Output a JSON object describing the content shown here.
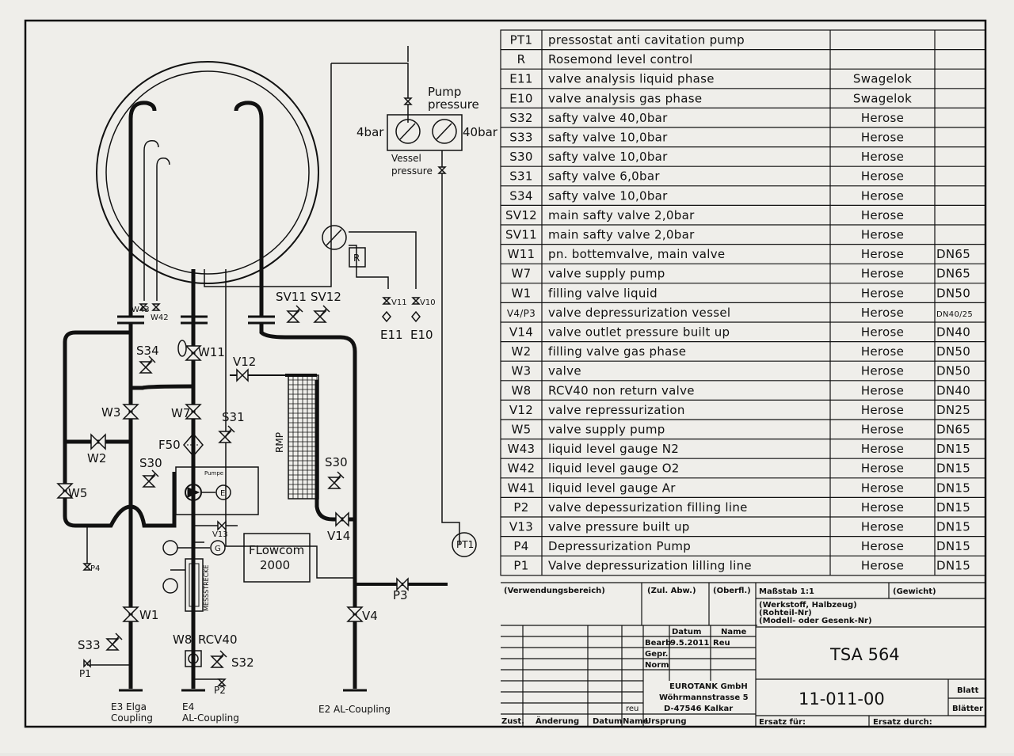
{
  "schematic": {
    "labels": {
      "pump_pressure_1": "Pump",
      "pump_pressure_2": "pressure",
      "gauge_4bar": "4bar",
      "gauge_40bar": "40bar",
      "vessel_pressure_1": "Vessel",
      "vessel_pressure_2": "pressure",
      "sv11": "SV11",
      "sv12": "SV12",
      "v11": "V11",
      "v10": "V10",
      "e11": "E11",
      "e10": "E10",
      "r": "R",
      "w43": "W43",
      "w42": "W42",
      "w11": "W11",
      "s34": "S34",
      "v12": "V12",
      "w3": "W3",
      "w7": "W7",
      "s31": "S31",
      "w2": "W2",
      "f50": "F50",
      "s30a": "S30",
      "s30b": "S30",
      "rmp": "RMP",
      "pumpe": "Pumpe",
      "e_motor": "E",
      "w5": "W5",
      "v13": "V13",
      "v14": "V14",
      "p4": "P4",
      "flowcom_1": "FLowcom",
      "flowcom_2": "2000",
      "pt1": "PT1",
      "g": "G",
      "messstrecke": "MESSSTRECKE",
      "p3": "P3",
      "w1": "W1",
      "v4": "V4",
      "s33": "S33",
      "w8": "W8",
      "rcv40": "RCV40",
      "s32": "S32",
      "p1": "P1",
      "p2": "P2",
      "e3_1": "E3 Elga",
      "e3_2": "Coupling",
      "e4_1": "E4",
      "e4_2": "AL-Coupling",
      "e2": "E2 AL-Coupling"
    }
  },
  "parts_list": [
    {
      "tag": "PT1",
      "desc": "pressostat anti cavitation pump",
      "maker": "",
      "size": ""
    },
    {
      "tag": "R",
      "desc": "Rosemond level control",
      "maker": "",
      "size": ""
    },
    {
      "tag": "E11",
      "desc": "valve analysis liquid phase",
      "maker": "Swagelok",
      "size": ""
    },
    {
      "tag": "E10",
      "desc": "valve analysis gas phase",
      "maker": "Swagelok",
      "size": ""
    },
    {
      "tag": "S32",
      "desc": "safty valve 40,0bar",
      "maker": "Herose",
      "size": ""
    },
    {
      "tag": "S33",
      "desc": "safty valve 10,0bar",
      "maker": "Herose",
      "size": ""
    },
    {
      "tag": "S30",
      "desc": "safty valve 10,0bar",
      "maker": "Herose",
      "size": ""
    },
    {
      "tag": "S31",
      "desc": "safty valve 6,0bar",
      "maker": "Herose",
      "size": ""
    },
    {
      "tag": "S34",
      "desc": "safty valve 10,0bar",
      "maker": "Herose",
      "size": ""
    },
    {
      "tag": "SV12",
      "desc": "main safty valve 2,0bar",
      "maker": "Herose",
      "size": ""
    },
    {
      "tag": "SV11",
      "desc": "main safty valve 2,0bar",
      "maker": "Herose",
      "size": ""
    },
    {
      "tag": "W11",
      "desc": "pn. bottemvalve, main valve",
      "maker": "Herose",
      "size": "DN65"
    },
    {
      "tag": "W7",
      "desc": "valve supply pump",
      "maker": "Herose",
      "size": "DN65"
    },
    {
      "tag": "W1",
      "desc": "filling valve liquid",
      "maker": "Herose",
      "size": "DN50"
    },
    {
      "tag": "V4/P3",
      "desc": "valve depressurization vessel",
      "maker": "Herose",
      "size": "DN40/25"
    },
    {
      "tag": "V14",
      "desc": "valve outlet pressure built up",
      "maker": "Herose",
      "size": "DN40"
    },
    {
      "tag": "W2",
      "desc": "filling valve gas phase",
      "maker": "Herose",
      "size": "DN50"
    },
    {
      "tag": "W3",
      "desc": "valve",
      "maker": "Herose",
      "size": "DN50"
    },
    {
      "tag": "W8",
      "desc": "RCV40 non return valve",
      "maker": "Herose",
      "size": "DN40"
    },
    {
      "tag": "V12",
      "desc": "valve repressurization",
      "maker": "Herose",
      "size": "DN25"
    },
    {
      "tag": "W5",
      "desc": "valve supply pump",
      "maker": "Herose",
      "size": "DN65"
    },
    {
      "tag": "W43",
      "desc": "liquid level gauge N2",
      "maker": "Herose",
      "size": "DN15"
    },
    {
      "tag": "W42",
      "desc": "liquid level gauge O2",
      "maker": "Herose",
      "size": "DN15"
    },
    {
      "tag": "W41",
      "desc": "liquid level gauge Ar",
      "maker": "Herose",
      "size": "DN15"
    },
    {
      "tag": "P2",
      "desc": "valve depessurization filling line",
      "maker": "Herose",
      "size": "DN15"
    },
    {
      "tag": "V13",
      "desc": "valve pressure built up",
      "maker": "Herose",
      "size": "DN15"
    },
    {
      "tag": "P4",
      "desc": "Depressurization Pump",
      "maker": "Herose",
      "size": "DN15"
    },
    {
      "tag": "P1",
      "desc": "Valve depressurization lilling line",
      "maker": "Herose",
      "size": "DN15"
    }
  ],
  "title_block": {
    "verwendungsbereich": "(Verwendungsbereich)",
    "zul_abw": "(Zul. Abw.)",
    "oberfl": "(Oberfl.)",
    "massstab": "Maßstab 1:1",
    "gewicht": "(Gewicht)",
    "werkstoff": "(Werkstoff, Halbzeug)",
    "rohteil": "(Rohteil-Nr)",
    "modell": "(Modell- oder Gesenk-Nr)",
    "datum": "Datum",
    "name": "Name",
    "bearb": "Bearb",
    "bearb_date": "9.5.2011",
    "bearb_name": "Reu",
    "gepr": "Gepr.",
    "norm": "Norm",
    "company_1": "EUROTANK GmbH",
    "company_2": "Wöhrmannstrasse 5",
    "company_3": "D-47546 Kalkar",
    "drawing_title": "TSA 564",
    "drawing_number": "11-011-00",
    "blatt": "Blatt",
    "blaetter": "Blätter",
    "zust": "Zust.",
    "aenderung": "Änderung",
    "datum2": "Datum",
    "name2": "Name",
    "ursprung": "Ursprung",
    "ersatz_fuer": "Ersatz für:",
    "ersatz_durch": "Ersatz durch:",
    "reu": "reu"
  }
}
